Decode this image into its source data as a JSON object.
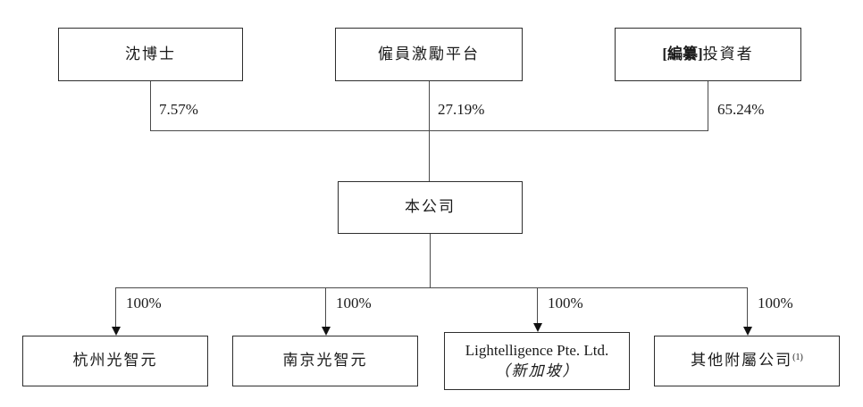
{
  "page": {
    "background_color": "#ffffff",
    "line_color": "#4a4a4a",
    "text_color": "#1a1a1a"
  },
  "nodes": {
    "shareholders": [
      {
        "label": "沈博士",
        "ownership": "7.57%"
      },
      {
        "label": "僱員激勵平台",
        "ownership": "27.19%"
      },
      {
        "redacted_tag": "[編纂]",
        "label": "投資者",
        "ownership": "65.24%"
      }
    ],
    "company": {
      "label": "本公司"
    },
    "subsidiaries": [
      {
        "label": "杭州光智元",
        "ownership": "100%"
      },
      {
        "label": "南京光智元",
        "ownership": "100%"
      },
      {
        "label": "Lightelligence Pte. Ltd.",
        "sublabel": "（新加坡）",
        "ownership": "100%"
      },
      {
        "label": "其他附屬公司",
        "footnote_marker": "(1)",
        "ownership": "100%"
      }
    ]
  }
}
